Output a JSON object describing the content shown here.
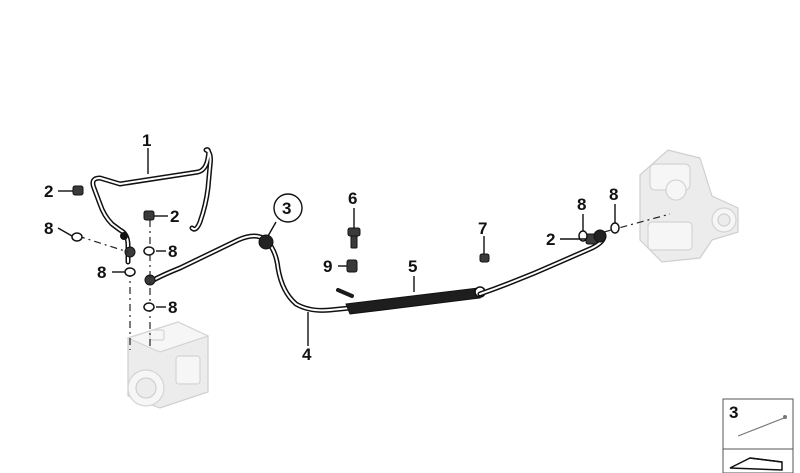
{
  "callouts": [
    {
      "id": "c1",
      "label": "1"
    },
    {
      "id": "c2a",
      "label": "2"
    },
    {
      "id": "c2b",
      "label": "2"
    },
    {
      "id": "c2c",
      "label": "2"
    },
    {
      "id": "c3",
      "label": "3"
    },
    {
      "id": "c4",
      "label": "4"
    },
    {
      "id": "c5",
      "label": "5"
    },
    {
      "id": "c6",
      "label": "6"
    },
    {
      "id": "c7",
      "label": "7"
    },
    {
      "id": "c8a",
      "label": "8"
    },
    {
      "id": "c8b",
      "label": "8"
    },
    {
      "id": "c8c",
      "label": "8"
    },
    {
      "id": "c8d",
      "label": "8"
    },
    {
      "id": "c8e",
      "label": "8"
    },
    {
      "id": "c8f",
      "label": "8"
    },
    {
      "id": "c9",
      "label": "9"
    }
  ],
  "legend": {
    "label": "3"
  }
}
